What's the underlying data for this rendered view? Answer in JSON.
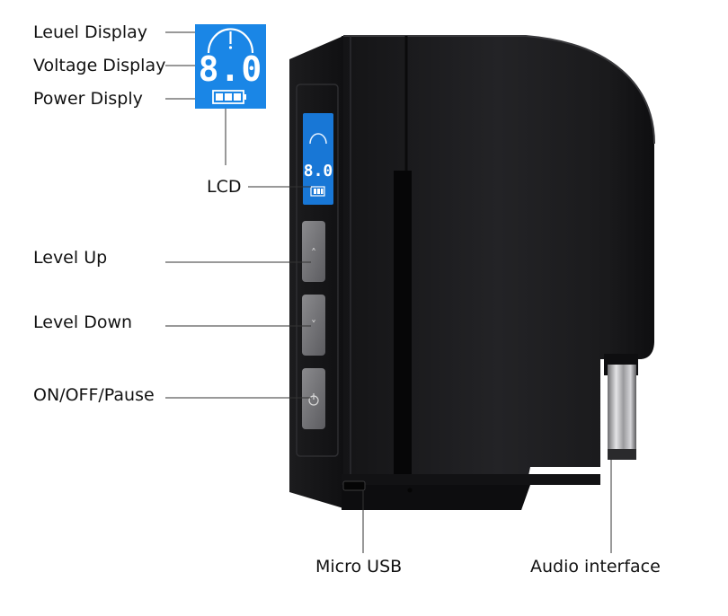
{
  "labels": {
    "level_display": "Leuel Display",
    "voltage_display": "Voltage Display",
    "power_display": "Power Disply",
    "lcd": "LCD",
    "level_up": "Level Up",
    "level_down": "Level Down",
    "power_button": "ON/OFF/Pause",
    "micro_usb": "Micro USB",
    "audio_interface": "Audio interface"
  },
  "lcd": {
    "voltage": "8.0",
    "battery_bars": 3
  },
  "colors": {
    "lcd_blue": "#1a86e6",
    "device_body": "#1b1b1d",
    "leader_line": "#333333"
  }
}
